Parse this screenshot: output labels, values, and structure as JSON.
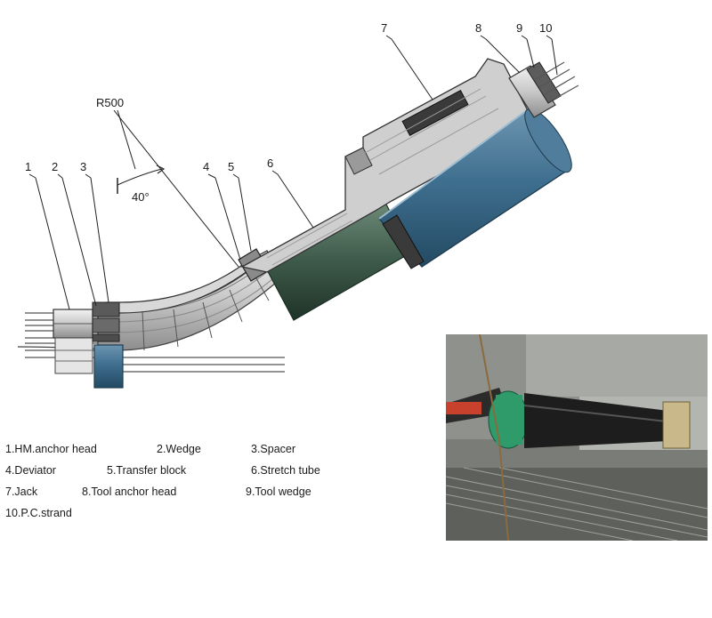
{
  "diagram": {
    "callouts": [
      "1",
      "2",
      "3",
      "4",
      "5",
      "6",
      "7",
      "8",
      "9",
      "10"
    ],
    "radius_label": "R500",
    "angle_label": "40°"
  },
  "legend": [
    "1.HM.anchor head",
    "2.Wedge",
    "3.Spacer",
    "4.Deviator",
    "5.Transfer block",
    "6.Stretch tube",
    "7.Jack",
    "8.Tool anchor head",
    "9.Tool wedge",
    "10.P.C.strand"
  ],
  "colors": {
    "jack_blue": "#3f6f8f",
    "tube_green": "#3e5a4a",
    "steel_grey": "#c9c9c9",
    "photo_green": "#2f9a6a"
  }
}
